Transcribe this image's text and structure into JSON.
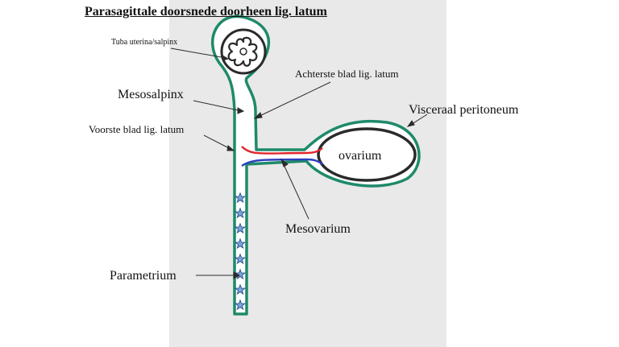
{
  "title": "Parasagittale doorsnede doorheen lig. latum",
  "labels": {
    "tuba": "Tuba uterina/salpinx",
    "mesosalpinx": "Mesosalpinx",
    "voorste_blad": "Voorste blad lig. latum",
    "achterste_blad": "Achterste blad lig. latum",
    "visceraal_peritoneum": "Visceraal peritoneum",
    "ovarium": "ovarium",
    "mesovarium": "Mesovarium",
    "parametrium": "Parametrium"
  },
  "colors": {
    "peritoneum": "#1e8a6a",
    "outline": "#2a2a2a",
    "anterior_layer": "#e0262b",
    "posterior_layer": "#2c3fbf",
    "star_fill": "#7aa4dc",
    "star_stroke": "#2b4f8f",
    "panel": "#e9e9ea"
  },
  "parametrium_star_count": 8
}
